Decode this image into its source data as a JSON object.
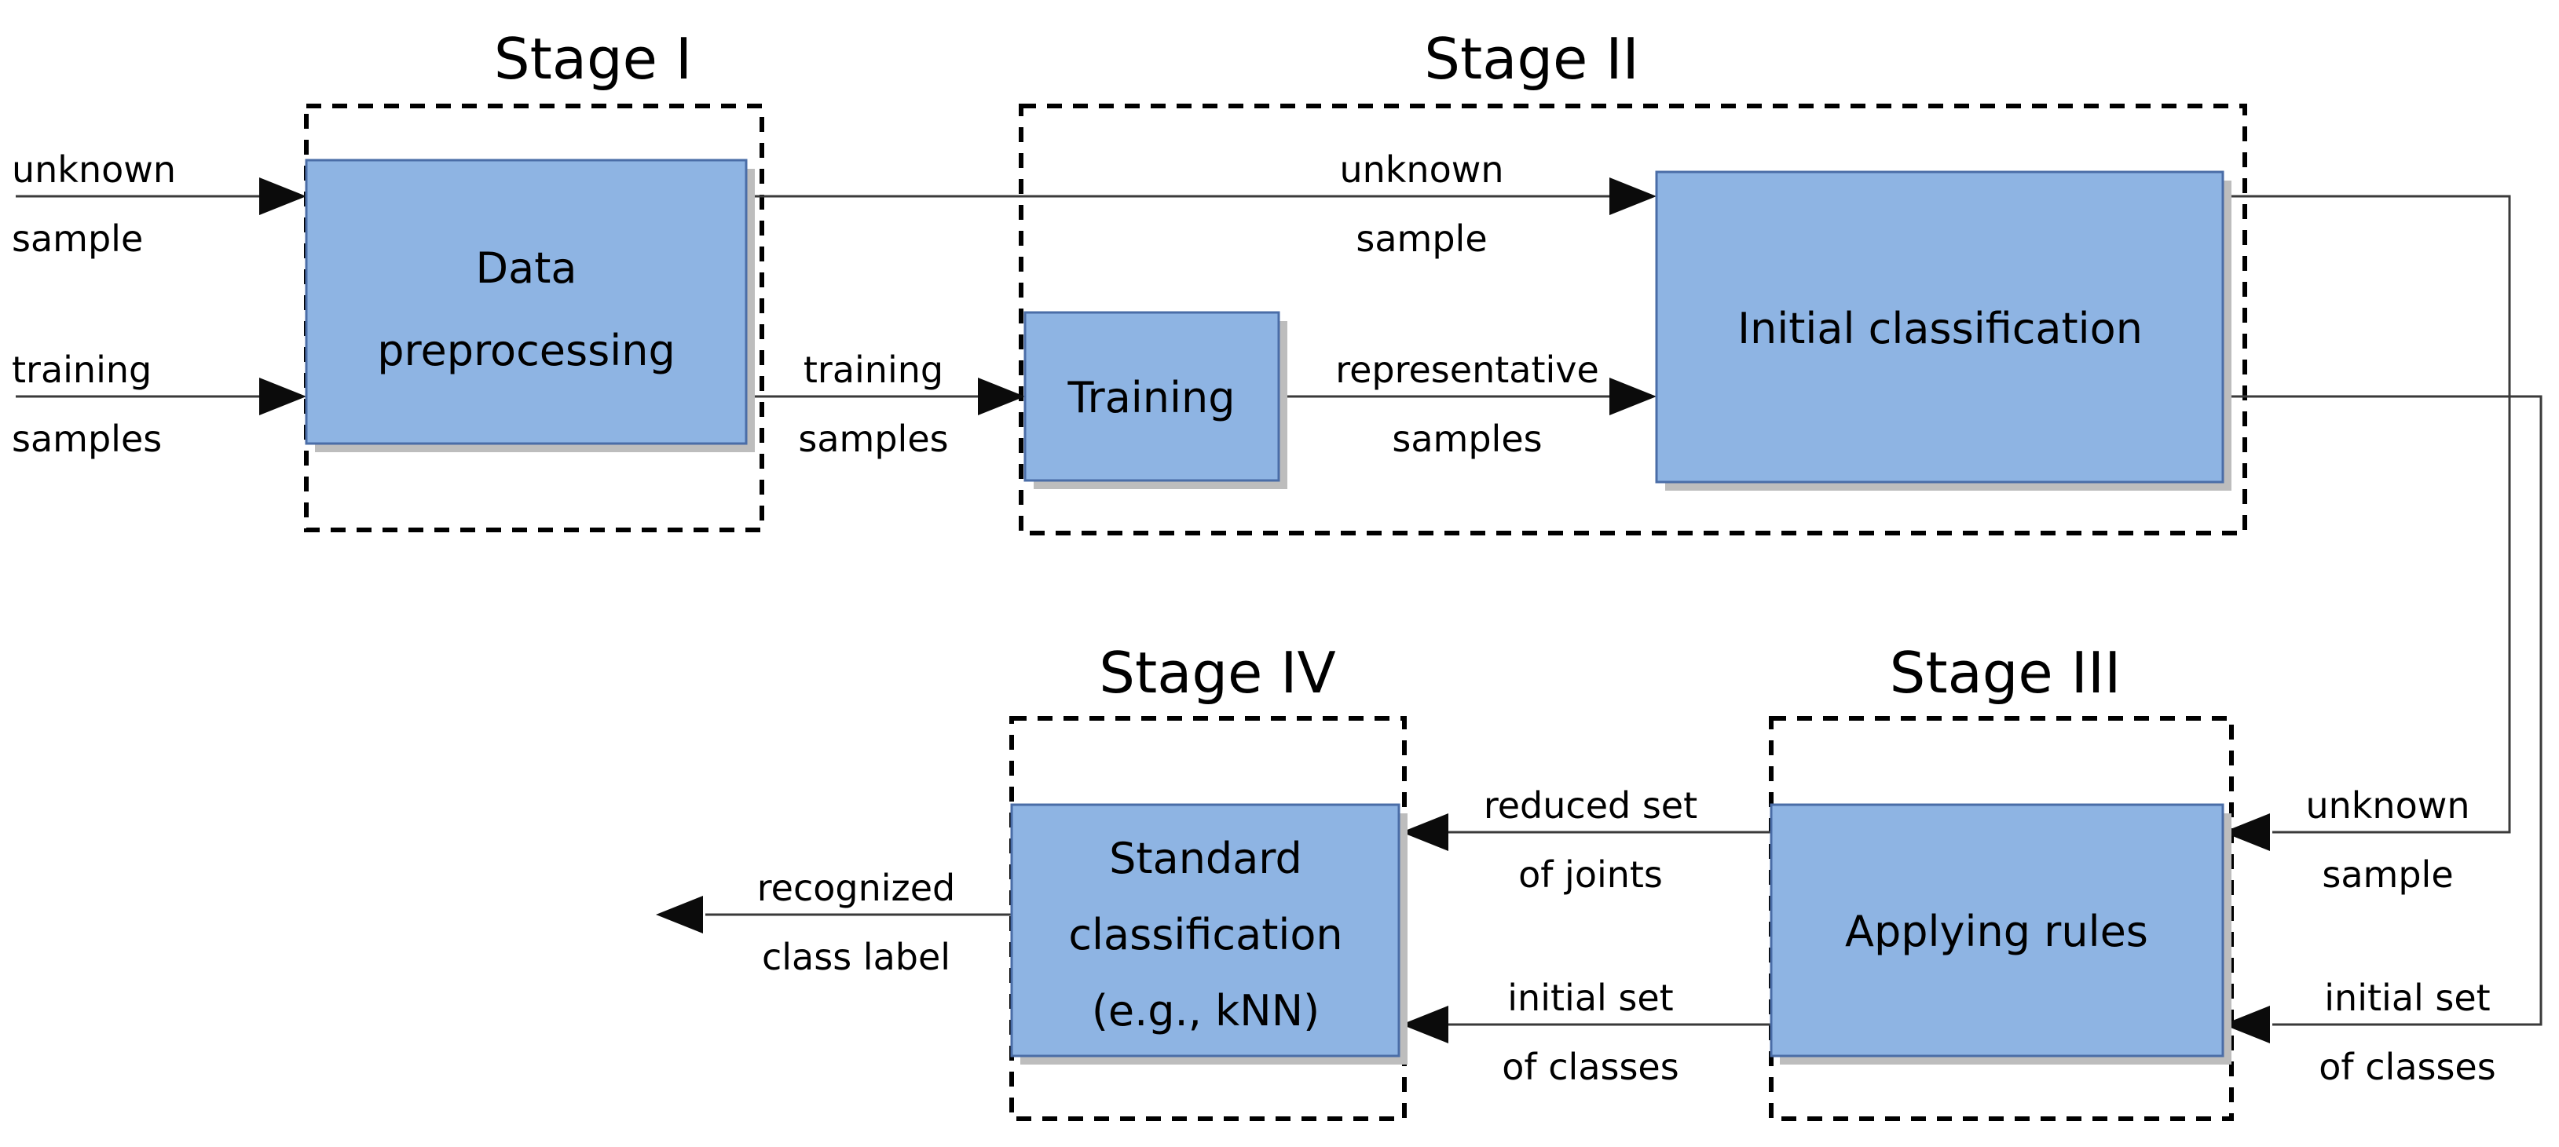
{
  "colors": {
    "box_fill": "#8eb4e3",
    "box_border": "#4a6da7",
    "shadow": "#bdbdbd",
    "line": "#3a3a3a",
    "dashed_border": "#000000",
    "text": "#000000",
    "background": "#ffffff"
  },
  "stages": {
    "stage1": {
      "title": "Stage I"
    },
    "stage2": {
      "title": "Stage II"
    },
    "stage3": {
      "title": "Stage III"
    },
    "stage4": {
      "title": "Stage IV"
    }
  },
  "boxes": {
    "preprocessing_line1": "Data",
    "preprocessing_line2": "preprocessing",
    "training": "Training",
    "initial_classification": "Initial classification",
    "applying_rules": "Applying rules",
    "standard_line1": "Standard",
    "standard_line2": "classification",
    "standard_line3": "(e.g., kNN)"
  },
  "edge_labels": {
    "unknown_in_1": "unknown",
    "unknown_in_2": "sample",
    "training_in_1": "training",
    "training_in_2": "samples",
    "unknown_mid_1": "unknown",
    "unknown_mid_2": "sample",
    "training_mid_1": "training",
    "training_mid_2": "samples",
    "representative_1": "representative",
    "representative_2": "samples",
    "unknown_right_1": "unknown",
    "unknown_right_2": "sample",
    "initial_set_right_1": "initial set",
    "initial_set_right_2": "of classes",
    "reduced_set_1": "reduced set",
    "reduced_set_2": "of joints",
    "initial_set_mid_1": "initial set",
    "initial_set_mid_2": "of classes",
    "recognized_1": "recognized",
    "recognized_2": "class label"
  }
}
